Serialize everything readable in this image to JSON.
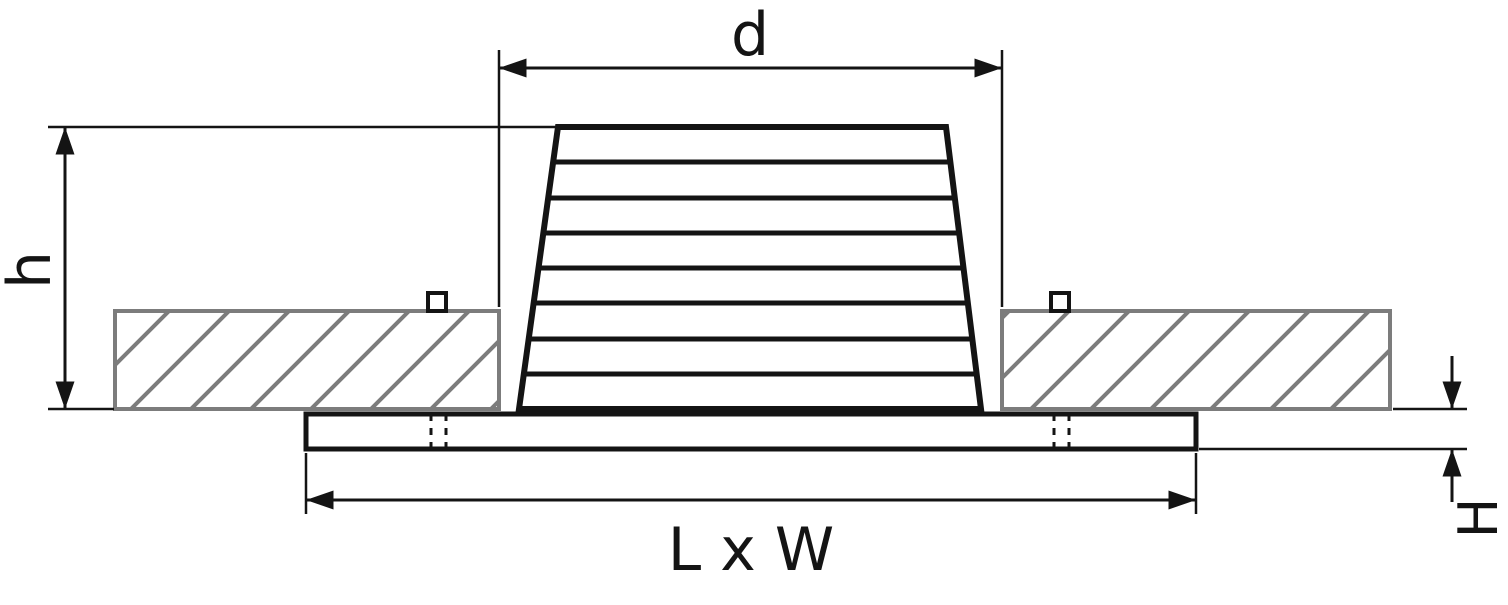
{
  "diagram": {
    "title": "recessed-luminaire-cross-section-dimension-drawing",
    "labels": {
      "cutout_diameter": "d",
      "recess_height": "h",
      "trim_height": "H",
      "plate_dimensions": "L x W"
    },
    "colors": {
      "line": "#141414",
      "hatch": "#7c7c7c",
      "background": "#ffffff"
    }
  }
}
